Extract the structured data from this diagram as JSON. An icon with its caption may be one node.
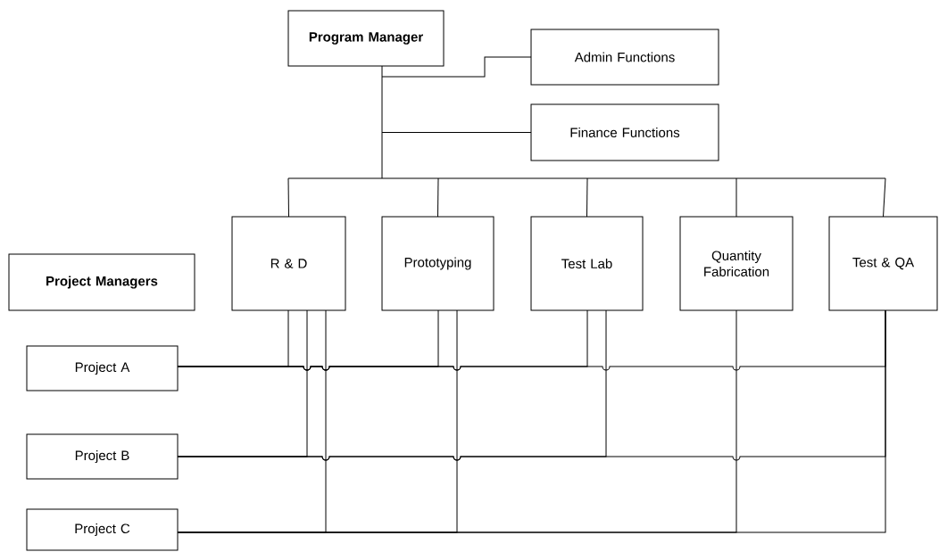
{
  "diagram": {
    "nodes": [
      {
        "text": [
          "Program Manager"
        ]
      },
      {
        "text": [
          "Admin Functions"
        ]
      },
      {
        "text": [
          "Finance Functions"
        ]
      },
      {
        "text": [
          "R & D"
        ]
      },
      {
        "text": [
          "Prototyping"
        ]
      },
      {
        "text": [
          "Test Lab"
        ]
      },
      {
        "text": [
          "Quantity Fabrication"
        ]
      },
      {
        "text": [
          "Test & QA"
        ]
      },
      {
        "text": [
          "Project Managers"
        ]
      },
      {
        "text": [
          "Project A"
        ]
      },
      {
        "text": [
          "Project B"
        ]
      },
      {
        "text": [
          "Project C"
        ]
      }
    ],
    "edges": [
      {
        "from": 0,
        "to": 1,
        "arrow": "none"
      },
      {
        "from": 0,
        "to": 2,
        "arrow": "none"
      },
      {
        "from": 0,
        "to": 3,
        "arrow": "none"
      },
      {
        "from": 0,
        "to": 4,
        "arrow": "none"
      },
      {
        "from": 0,
        "to": 5,
        "arrow": "none"
      },
      {
        "from": 0,
        "to": 6,
        "arrow": "none"
      },
      {
        "from": 0,
        "to": 7,
        "arrow": "none"
      },
      {
        "from": 3,
        "to": 9,
        "arrow": "none"
      },
      {
        "from": 3,
        "to": 10,
        "arrow": "none"
      },
      {
        "from": 3,
        "to": 11,
        "arrow": "none"
      },
      {
        "from": 4,
        "to": 9,
        "arrow": "none"
      },
      {
        "from": 4,
        "to": 11,
        "arrow": "none"
      },
      {
        "from": 5,
        "to": 9,
        "arrow": "none"
      },
      {
        "from": 5,
        "to": 10,
        "arrow": "none"
      },
      {
        "from": 6,
        "to": 11,
        "arrow": "none"
      },
      {
        "from": 7,
        "to": 9,
        "arrow": "none"
      },
      {
        "from": 7,
        "to": 10,
        "arrow": "none"
      },
      {
        "from": 7,
        "to": 11,
        "arrow": "none"
      }
    ]
  }
}
